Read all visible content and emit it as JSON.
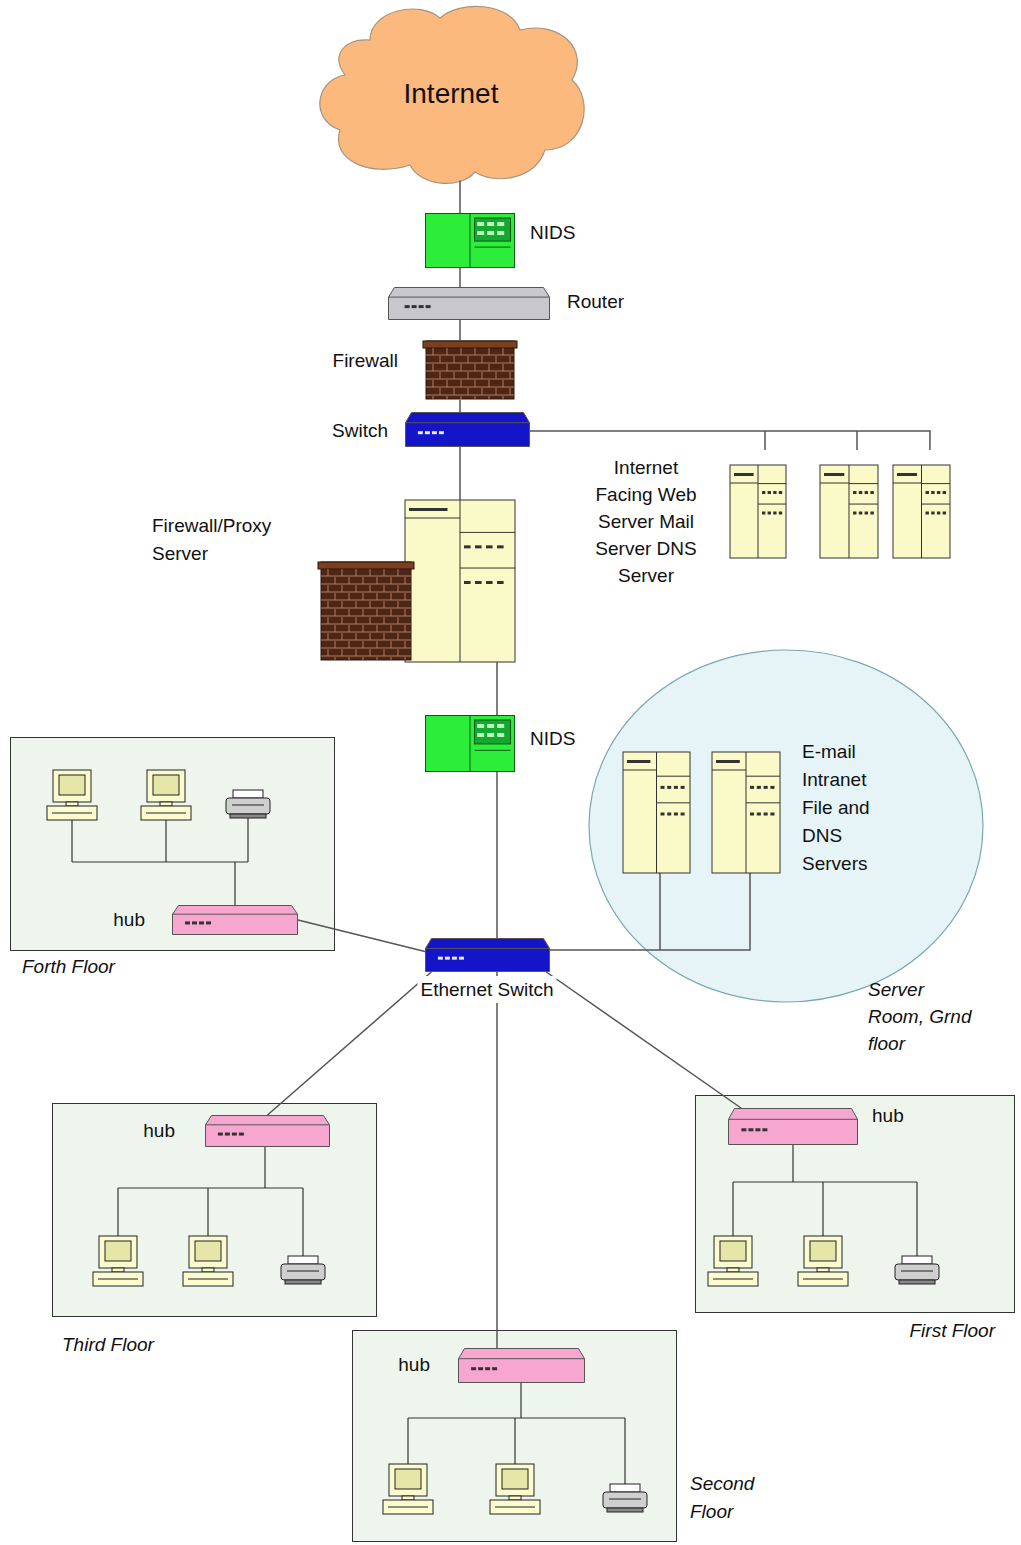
{
  "diagram": {
    "nodes": [
      {
        "text": [
          "Internet"
        ]
      },
      {
        "text": [
          "NIDS"
        ]
      },
      {
        "text": [
          "Router"
        ]
      },
      {
        "text": [
          "Firewall"
        ]
      },
      {
        "text": [
          "Switch"
        ]
      },
      {
        "text": [
          "Internet Facing Web Server Mail Server DNS Server"
        ]
      },
      {
        "text": [
          "Firewall/Proxy Server"
        ]
      },
      {
        "text": [
          "NIDS"
        ]
      },
      {
        "text": [
          "E-mail Intranet File and DNS Servers",
          "Server Room, Grnd floor"
        ]
      },
      {
        "text": [
          "Ethernet Switch"
        ]
      },
      {
        "text": [
          "Forth Floor"
        ]
      },
      {
        "text": [
          "hub"
        ],
        "in": 10
      },
      {
        "text": [
          "Third Floor"
        ]
      },
      {
        "text": [
          "hub"
        ],
        "in": 12
      },
      {
        "text": [
          "First Floor"
        ]
      },
      {
        "text": [
          "hub"
        ],
        "in": 14
      },
      {
        "text": [
          "Second Floor"
        ]
      },
      {
        "text": [
          "hub"
        ],
        "in": 16
      }
    ],
    "edges": [
      {
        "from": 0,
        "to": 1,
        "arrow": "none"
      },
      {
        "from": 1,
        "to": 2,
        "arrow": "none"
      },
      {
        "from": 2,
        "to": 3,
        "arrow": "none"
      },
      {
        "from": 3,
        "to": 4,
        "arrow": "none"
      },
      {
        "from": 4,
        "to": 5,
        "arrow": "none"
      },
      {
        "from": 4,
        "to": 6,
        "arrow": "none"
      },
      {
        "from": 6,
        "to": 7,
        "arrow": "none"
      },
      {
        "from": 7,
        "to": 9,
        "arrow": "none"
      },
      {
        "from": 9,
        "to": 8,
        "arrow": "none"
      },
      {
        "from": 9,
        "to": 11,
        "arrow": "none"
      },
      {
        "from": 9,
        "to": 13,
        "arrow": "none"
      },
      {
        "from": 9,
        "to": 15,
        "arrow": "none"
      },
      {
        "from": 9,
        "to": 17,
        "arrow": "none"
      }
    ]
  }
}
